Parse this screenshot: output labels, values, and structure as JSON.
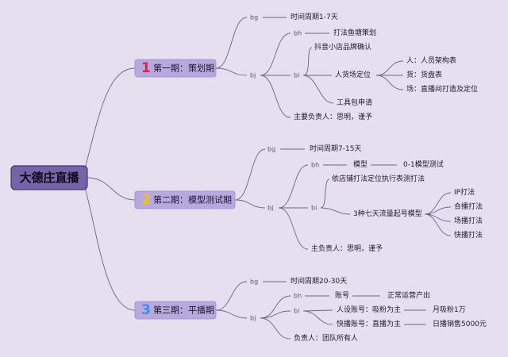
{
  "colors": {
    "background": "#e5dff0",
    "root_fill": "#7565a8",
    "phase_fill": "#b7a9de",
    "line": "#6e6584"
  },
  "root": {
    "label": "大德庄直播"
  },
  "phase1": {
    "number": "1",
    "number_color": "#d8244f",
    "title": "第一期：策划期",
    "bg_tag": "bg",
    "period": "时间周期1-7天",
    "bj_tag": "bj",
    "bh_tag": "bh",
    "strategy": "打法鱼塘策划",
    "bi_tag": "bi",
    "store_confirm": "抖音小店品牌确认",
    "positioning": "人货场定位",
    "positioning_items": [
      "人：人员架构表",
      "货：货盘表",
      "场：直播间打造及定位"
    ],
    "toolkit": "工具包申请",
    "owner": "主要负责人：思明，谨予"
  },
  "phase2": {
    "number": "2",
    "number_color": "#f1c21b",
    "title": "第二期：模型测试期",
    "bg_tag": "bg",
    "period": "时间周期7-15天",
    "bj_tag": "bj",
    "bh_tag": "bh",
    "model": "模型",
    "model_test": "0-1模型测试",
    "bi_tag": "bi",
    "execution": "依店铺打法定位执行表测打法",
    "traffic_models": "3种七天流量起号模型",
    "tactics": [
      "IP打法",
      "合播打法",
      "场播打法",
      "快播打法"
    ],
    "owner": "主负责人：思明，谨予"
  },
  "phase3": {
    "number": "3",
    "number_color": "#3c8fe4",
    "title": "第三期：平播期",
    "bg_tag": "bg",
    "period": "时间周期20-30天",
    "bj_tag": "bj",
    "bh_tag": "bh",
    "account": "账号",
    "account_output": "正常运营产出",
    "bi_tag": "bi",
    "persona_account": "人设账号：吸粉为主",
    "persona_goal": "月吸粉1万",
    "quick_account": "快播账号：直播为主",
    "quick_goal": "日播销售5000元",
    "owner": "负责人：团队所有人"
  }
}
